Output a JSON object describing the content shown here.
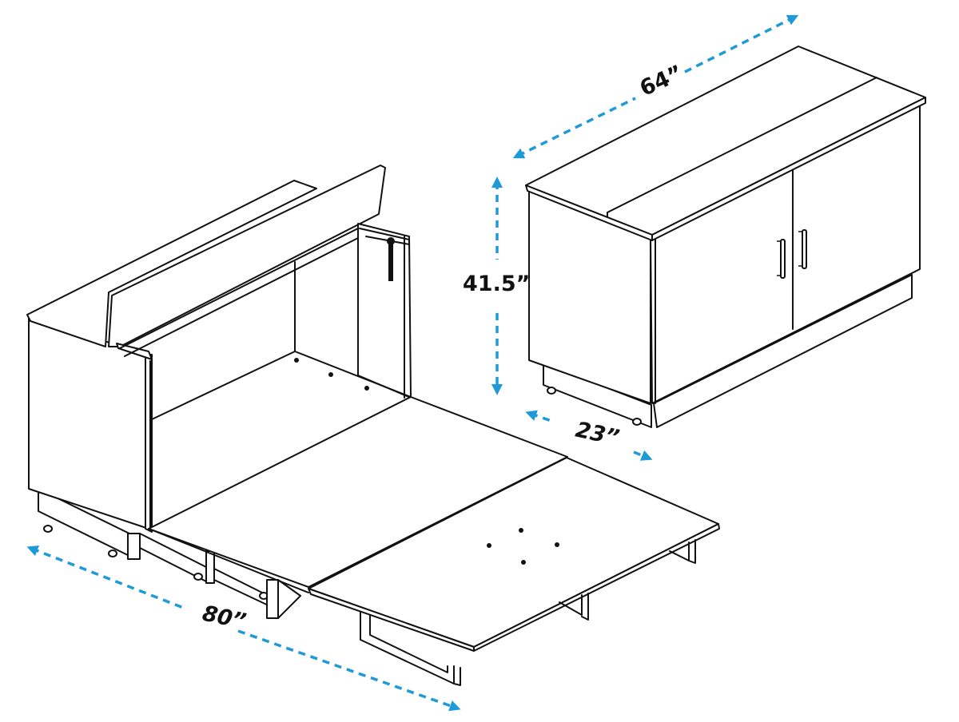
{
  "figure": {
    "subject": "Cabinet bed shown open (left) and closed (right) with dimensions",
    "line_color": "#111111",
    "dimension_color": "#1e9bd7",
    "background": "#ffffff"
  },
  "dimensions": {
    "width": {
      "label": "64”",
      "meaning": "closed cabinet width"
    },
    "height": {
      "label": "41.5”",
      "meaning": "closed cabinet height"
    },
    "depth": {
      "label": "23”",
      "meaning": "closed cabinet depth"
    },
    "length": {
      "label": "80”",
      "meaning": "opened bed length"
    }
  },
  "views": [
    {
      "id": "open",
      "label": "Open bed view"
    },
    {
      "id": "closed",
      "label": "Closed cabinet view"
    }
  ]
}
